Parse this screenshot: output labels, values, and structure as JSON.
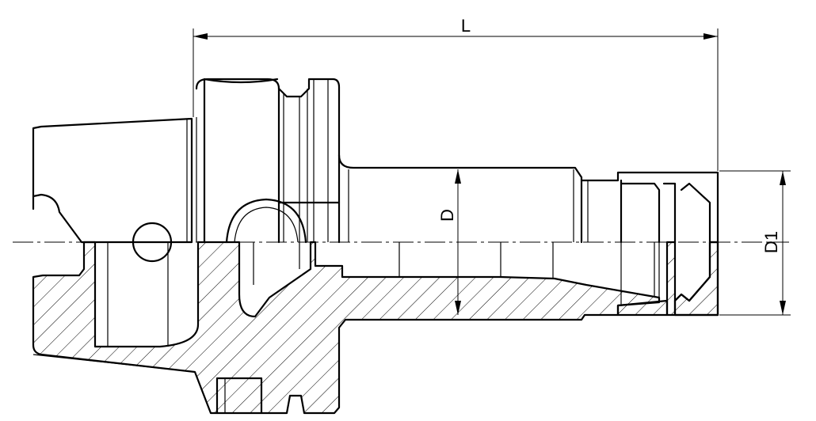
{
  "dimensions": {
    "length_label": "L",
    "diameter_label": "D",
    "nut_diameter_label": "D1"
  }
}
